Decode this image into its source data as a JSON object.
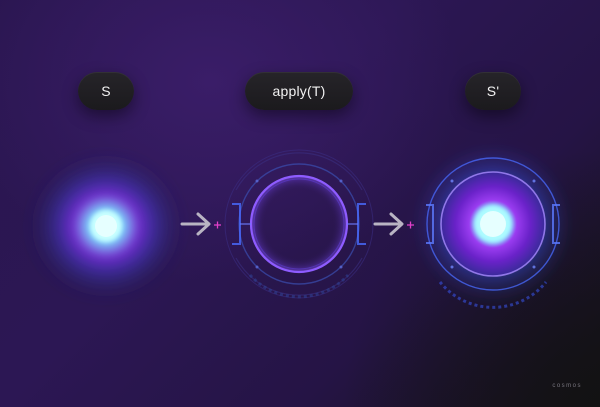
{
  "labels": {
    "input_state": "S",
    "operation": "apply(T)",
    "output_state": "S'"
  },
  "watermark": "cosmos",
  "icons": {
    "arrow_1": "right-arrow-icon",
    "plus_1": "plus-icon",
    "arrow_2": "right-arrow-icon",
    "plus_2": "plus-icon"
  },
  "colors": {
    "glow_core": "#d6ffff",
    "glow_cyan": "#7ff3ff",
    "glow_violet": "#8a2be2",
    "glow_blue": "#3b5bff",
    "ring_violet": "#8e5cff",
    "ring_blue": "#4a6bff",
    "arrow_grey": "#b9b4c3",
    "plus_magenta": "#e040c8",
    "pill_bg": "#1e1d21",
    "pill_text": "#f2f2f2"
  }
}
